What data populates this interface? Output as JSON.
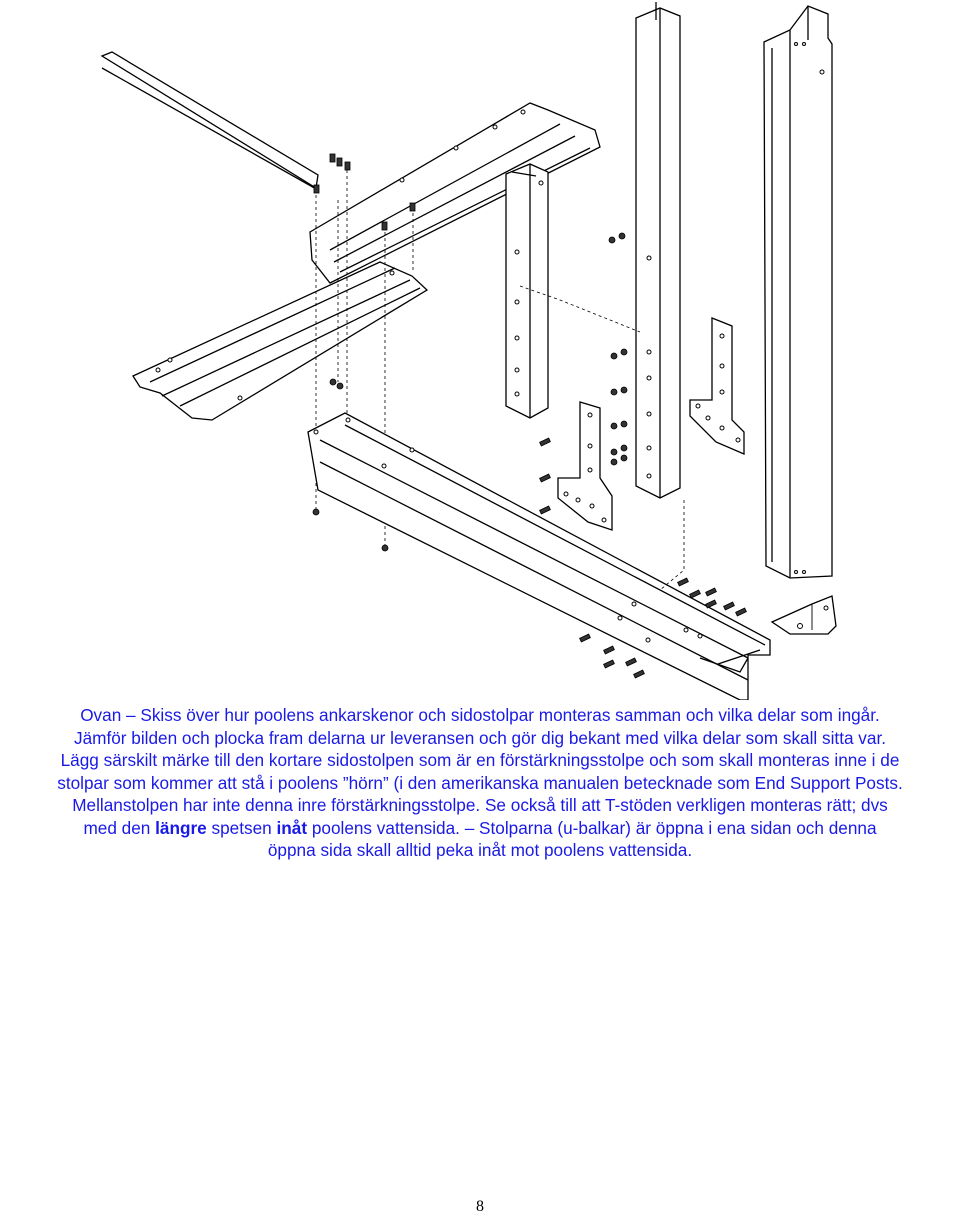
{
  "caption": {
    "l1": "Ovan – Skiss över hur poolens ankarskenor och sidostolpar  monteras samman och vilka delar som ingår.",
    "l2": "Jämför bilden och plocka fram delarna ur leveransen och gör dig bekant med vilka delar som skall sitta var.",
    "l3": "Lägg särskilt märke till den kortare sidostolpen som är en förstärkningsstolpe och som skall monteras inne i de",
    "l4": "stolpar som kommer att stå i poolens ”hörn” (i den amerikanska manualen betecknade som End Support Posts.",
    "l5": "Mellanstolpen har inte denna inre förstärkningsstolpe. Se också till att T-stöden verkligen monteras rätt; dvs",
    "l6a": "med den ",
    "l6b": "längre",
    "l6c": " spetsen ",
    "l6d": "inåt",
    "l6e": " poolens vattensida. – Stolparna (u-balkar) är öppna i ena sidan och denna",
    "l7": "öppna sida skall alltid peka inåt mot poolens vattensida."
  },
  "page_number": "8"
}
